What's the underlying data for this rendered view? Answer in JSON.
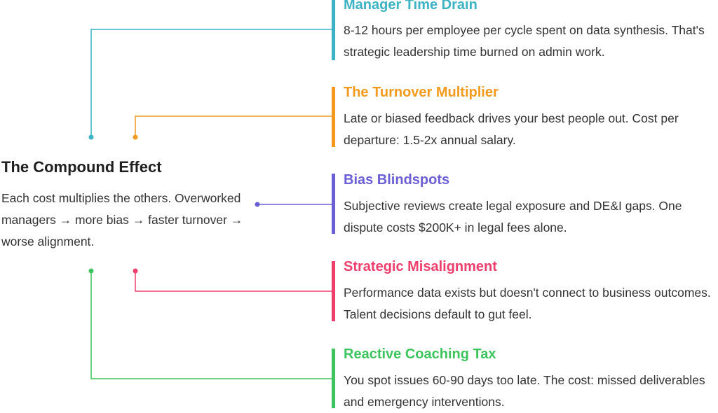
{
  "center": {
    "title": "The Compound Effect",
    "description": "Each cost multiplies the others. Overworked managers → more bias → faster turnover → worse alignment."
  },
  "costs": [
    {
      "title": "Manager Time Drain",
      "description": "8-12 hours per employee per cycle spent on data synthesis. That's strategic leadership time burned on admin work.",
      "color": "#3cb3c4"
    },
    {
      "title": "The Turnover Multiplier",
      "description": "Late or biased feedback drives your best people out. Cost per departure: 1.5-2x annual salary.",
      "color": "#f39a1e"
    },
    {
      "title": "Bias Blindspots",
      "description": "Subjective reviews create legal exposure and DE&I gaps. One dispute costs $200K+ in legal fees alone.",
      "color": "#6a5fd6"
    },
    {
      "title": "Strategic Misalignment",
      "description": "Performance data exists but doesn't connect to business outcomes. Talent decisions default to gut feel.",
      "color": "#ee3e6b"
    },
    {
      "title": "Reactive Coaching Tax",
      "description": "You spot issues 60-90 days too late. The cost: missed deliverables and emergency interventions.",
      "color": "#3ec45e"
    }
  ]
}
